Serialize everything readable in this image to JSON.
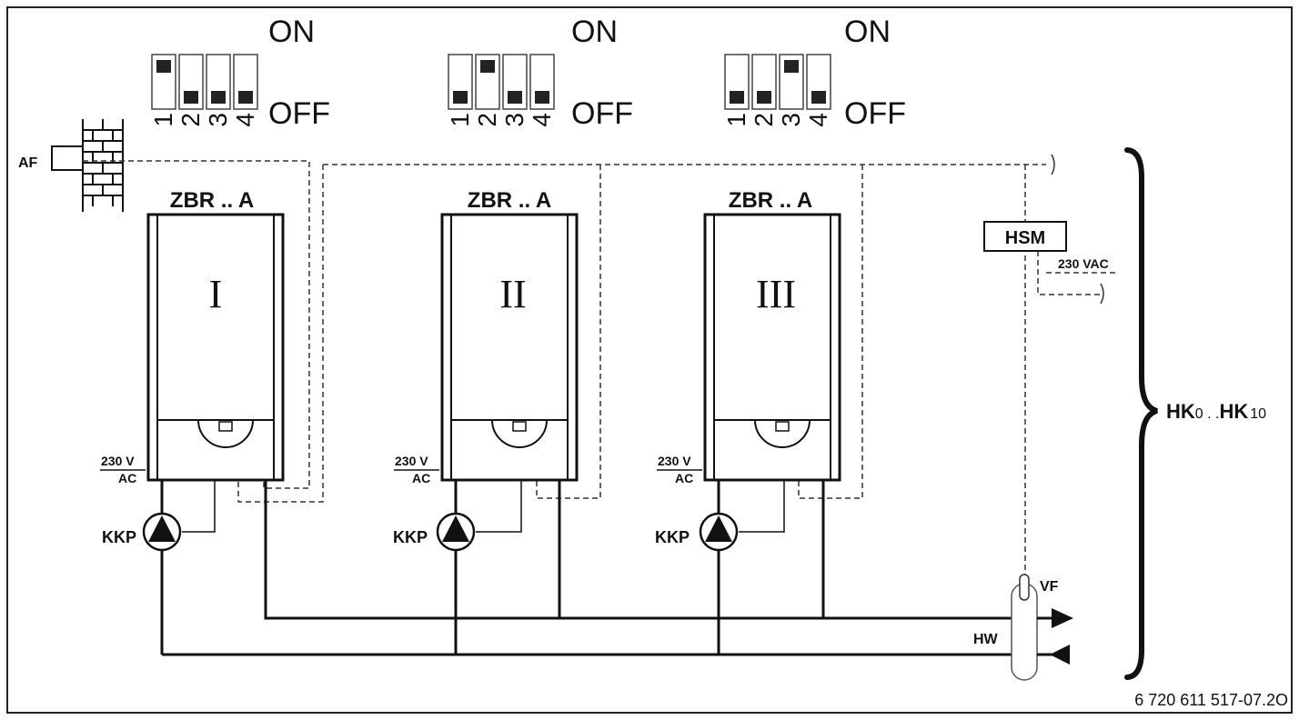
{
  "switch_banks": [
    {
      "on_label": "ON",
      "off_label": "OFF",
      "switches": [
        {
          "number": "1",
          "state": "on"
        },
        {
          "number": "2",
          "state": "off"
        },
        {
          "number": "3",
          "state": "off"
        },
        {
          "number": "4",
          "state": "off"
        }
      ]
    },
    {
      "on_label": "ON",
      "off_label": "OFF",
      "switches": [
        {
          "number": "1",
          "state": "off"
        },
        {
          "number": "2",
          "state": "on"
        },
        {
          "number": "3",
          "state": "off"
        },
        {
          "number": "4",
          "state": "off"
        }
      ]
    },
    {
      "on_label": "ON",
      "off_label": "OFF",
      "switches": [
        {
          "number": "1",
          "state": "off"
        },
        {
          "number": "2",
          "state": "off"
        },
        {
          "number": "3",
          "state": "on"
        },
        {
          "number": "4",
          "state": "off"
        }
      ]
    }
  ],
  "outdoor_sensor": {
    "label": "AF"
  },
  "boilers": [
    {
      "model": "ZBR .. A",
      "numeral": "I",
      "power_line1": "230 V",
      "power_line2": "AC",
      "pump_label": "KKP"
    },
    {
      "model": "ZBR .. A",
      "numeral": "II",
      "power_line1": "230 V",
      "power_line2": "AC",
      "pump_label": "KKP"
    },
    {
      "model": "ZBR .. A",
      "numeral": "III",
      "power_line1": "230 V",
      "power_line2": "AC",
      "pump_label": "KKP"
    }
  ],
  "hsm": {
    "label": "HSM",
    "power_label": "230 VAC"
  },
  "header": {
    "flow_sensor_label": "VF",
    "label": "HW"
  },
  "heating_circuits": {
    "label_start": "HK",
    "start_sub": "0",
    "separator": " . .",
    "label_end": "HK",
    "end_sub": "10"
  },
  "figure_code": "6 720 611 517-07.2O"
}
